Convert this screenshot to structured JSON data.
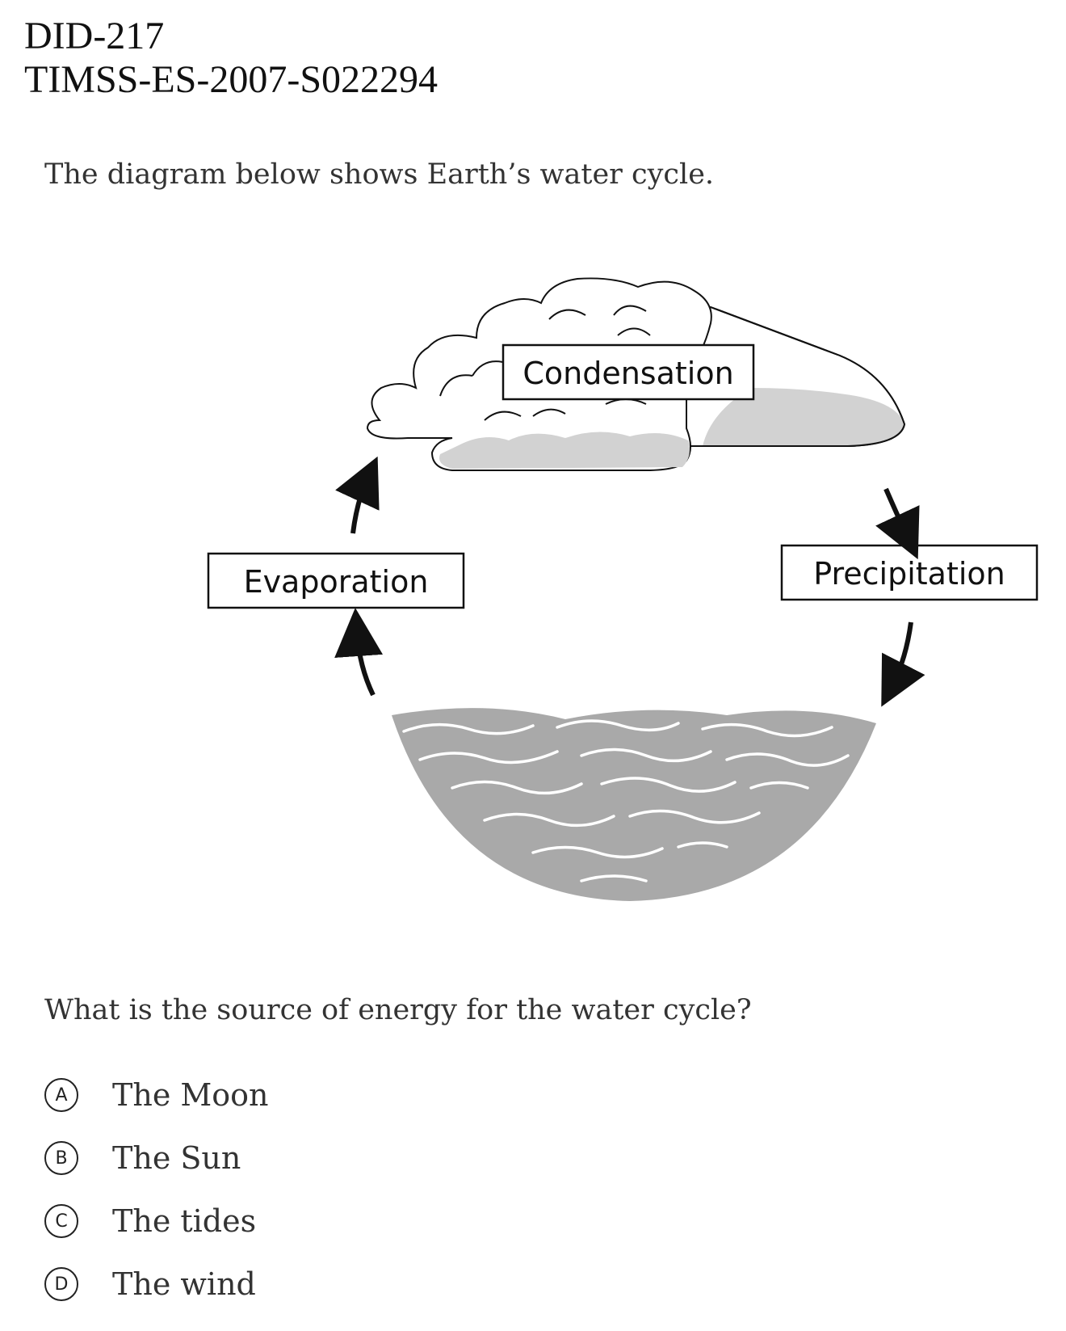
{
  "header": {
    "line1": "DID-217",
    "line2": "TIMSS-ES-2007-S022294"
  },
  "intro": "The diagram below shows Earth’s water cycle.",
  "diagram": {
    "labels": {
      "condensation": "Condensation",
      "precipitation": "Precipitation",
      "evaporation": "Evaporation"
    },
    "colors": {
      "water": "#a9a9a9",
      "cloud_shadow": "#d2d2d2",
      "outline": "#111111"
    }
  },
  "question": "What is the source of energy for the water cycle?",
  "choices": [
    {
      "letter": "A",
      "text": "The Moon"
    },
    {
      "letter": "B",
      "text": "The Sun"
    },
    {
      "letter": "C",
      "text": "The tides"
    },
    {
      "letter": "D",
      "text": "The wind"
    }
  ]
}
